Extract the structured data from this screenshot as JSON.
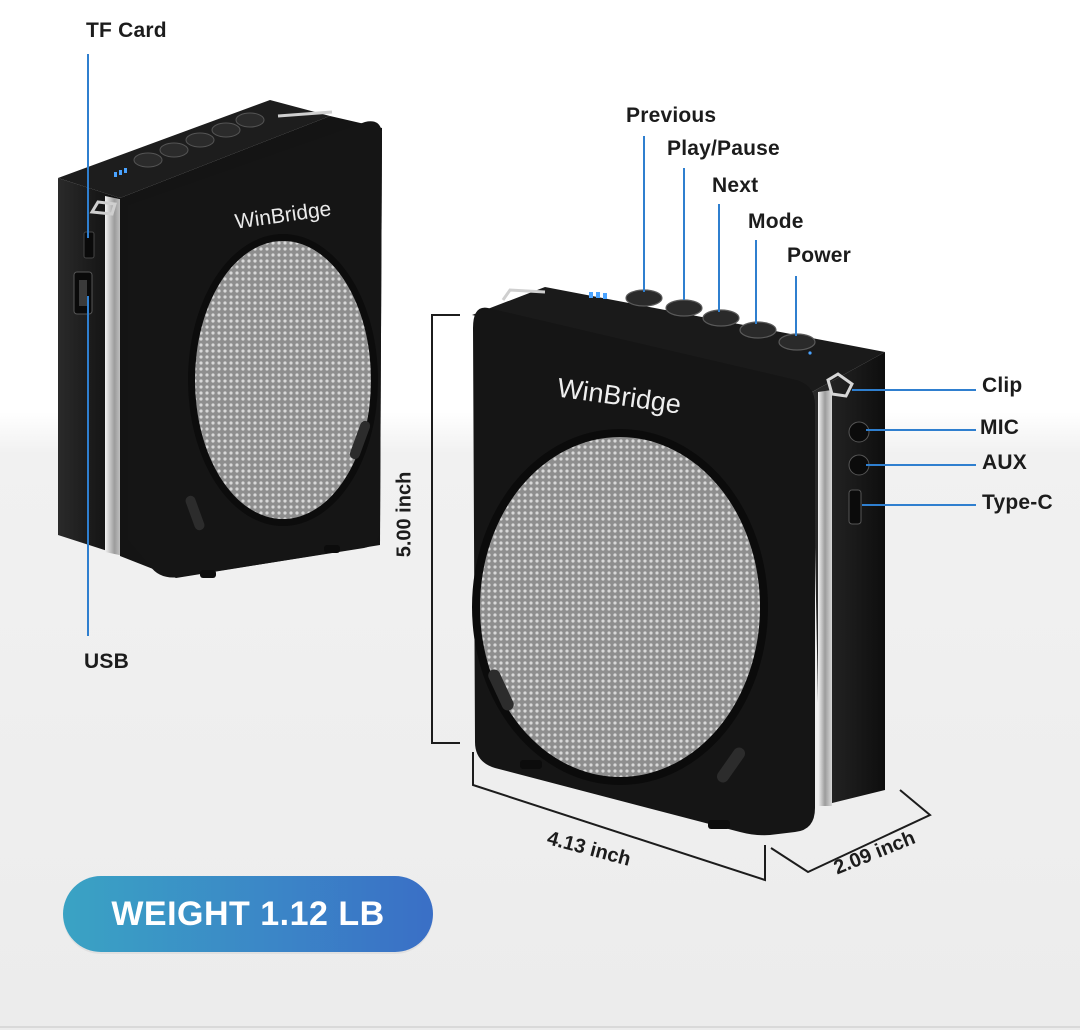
{
  "brand": "WinBridge",
  "callouts": {
    "tf_card": "TF Card",
    "usb": "USB",
    "previous": "Previous",
    "play_pause": "Play/Pause",
    "next": "Next",
    "mode": "Mode",
    "power": "Power",
    "clip": "Clip",
    "mic": "MIC",
    "aux": "AUX",
    "type_c": "Type-C"
  },
  "dimensions": {
    "height": "5.00 inch",
    "width": "4.13 inch",
    "depth": "2.09 inch"
  },
  "weight_label": "WEIGHT 1.12 LB",
  "colors": {
    "callout_line": "#2f7fcf",
    "badge_start": "#3aa3c4",
    "badge_end": "#3a6fc6",
    "speaker_body": "#161616",
    "grille": "#9a9a9a"
  }
}
